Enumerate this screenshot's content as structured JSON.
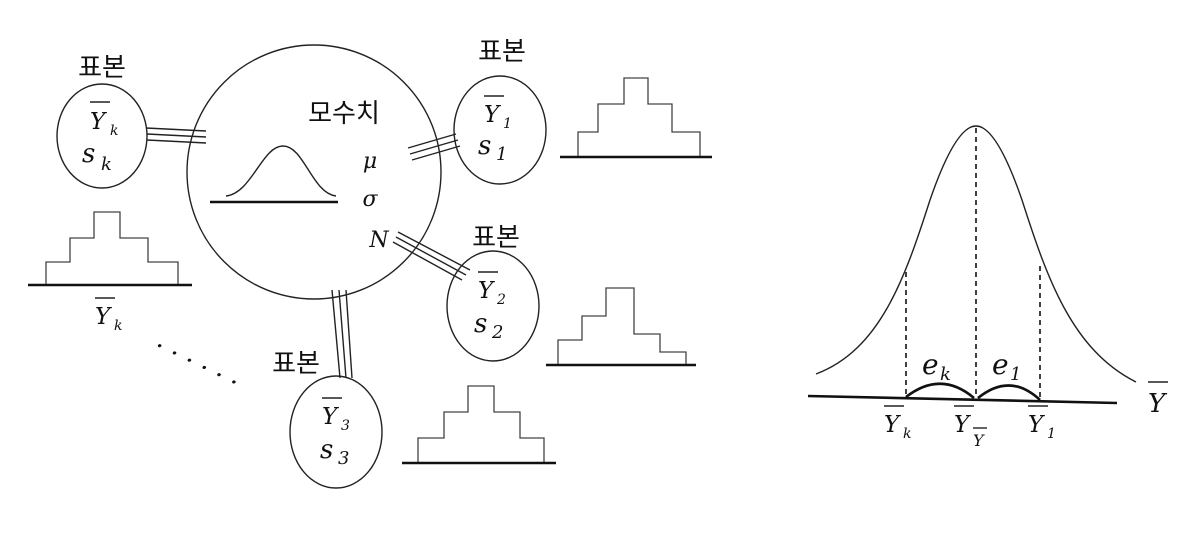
{
  "left_diagram": {
    "population": {
      "title": "모수치",
      "params": [
        "μ",
        "σ",
        "N"
      ]
    },
    "sample_label": "표본",
    "samples": [
      {
        "key": "k",
        "mean": "Y",
        "mean_sub": "k",
        "sd": "s",
        "sd_sub": "k"
      },
      {
        "key": "1",
        "mean": "Y",
        "mean_sub": "1",
        "sd": "s",
        "sd_sub": "1"
      },
      {
        "key": "2",
        "mean": "Y",
        "mean_sub": "2",
        "sd": "s",
        "sd_sub": "2"
      },
      {
        "key": "3",
        "mean": "Y",
        "mean_sub": "3",
        "sd": "s",
        "sd_sub": "3"
      }
    ],
    "hist_k_label": {
      "main": "Y",
      "sub": "k"
    },
    "ellipsis": "· · · · · ·"
  },
  "right_diagram": {
    "axis_label": "Y",
    "ticks": [
      {
        "main": "Y",
        "sub": "k"
      },
      {
        "main": "Y",
        "sub": "Y"
      },
      {
        "main": "Y",
        "sub": "1"
      }
    ],
    "errors": [
      {
        "main": "e",
        "sub": "k"
      },
      {
        "main": "e",
        "sub": "1"
      }
    ]
  }
}
